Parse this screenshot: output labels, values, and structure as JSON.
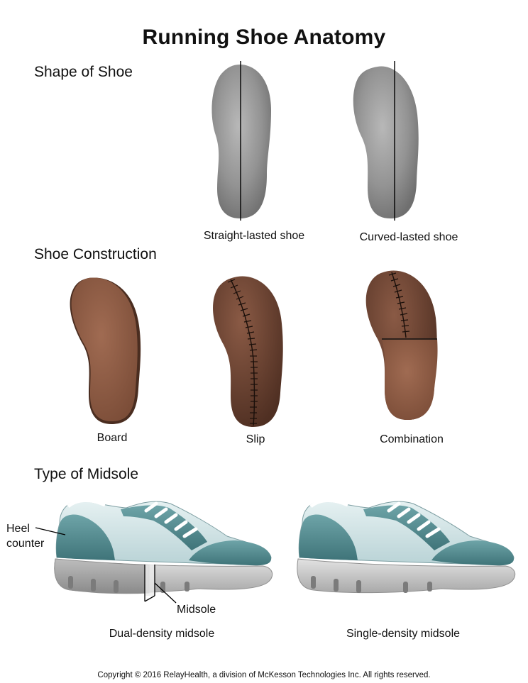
{
  "title": "Running Shoe Anatomy",
  "sections": {
    "shape": {
      "heading": "Shape of Shoe",
      "items": [
        {
          "caption": "Straight-lasted shoe",
          "icon": "straight-lasted-shoe-icon"
        },
        {
          "caption": "Curved-lasted shoe",
          "icon": "curved-lasted-shoe-icon"
        }
      ]
    },
    "construction": {
      "heading": "Shoe Construction",
      "items": [
        {
          "caption": "Board",
          "icon": "board-construction-icon"
        },
        {
          "caption": "Slip",
          "icon": "slip-construction-icon"
        },
        {
          "caption": "Combination",
          "icon": "combination-construction-icon"
        }
      ]
    },
    "midsole": {
      "heading": "Type of Midsole",
      "items": [
        {
          "caption": "Dual-density midsole",
          "icon": "dual-density-shoe-icon"
        },
        {
          "caption": "Single-density midsole",
          "icon": "single-density-shoe-icon"
        }
      ],
      "labels": {
        "heel_counter_line1": "Heel",
        "heel_counter_line2": "counter",
        "midsole": "Midsole"
      }
    }
  },
  "colors": {
    "insole_gray": "#8f8f8f",
    "board_brown": "#8b5a44",
    "slip_brown": "#6e4433",
    "shoe_teal": "#5e969b",
    "shoe_upper": "#cfe3e6",
    "sole_gray": "#cfcfcf"
  },
  "copyright": "Copyright © 2016 RelayHealth, a division of McKesson Technologies Inc. All rights reserved."
}
